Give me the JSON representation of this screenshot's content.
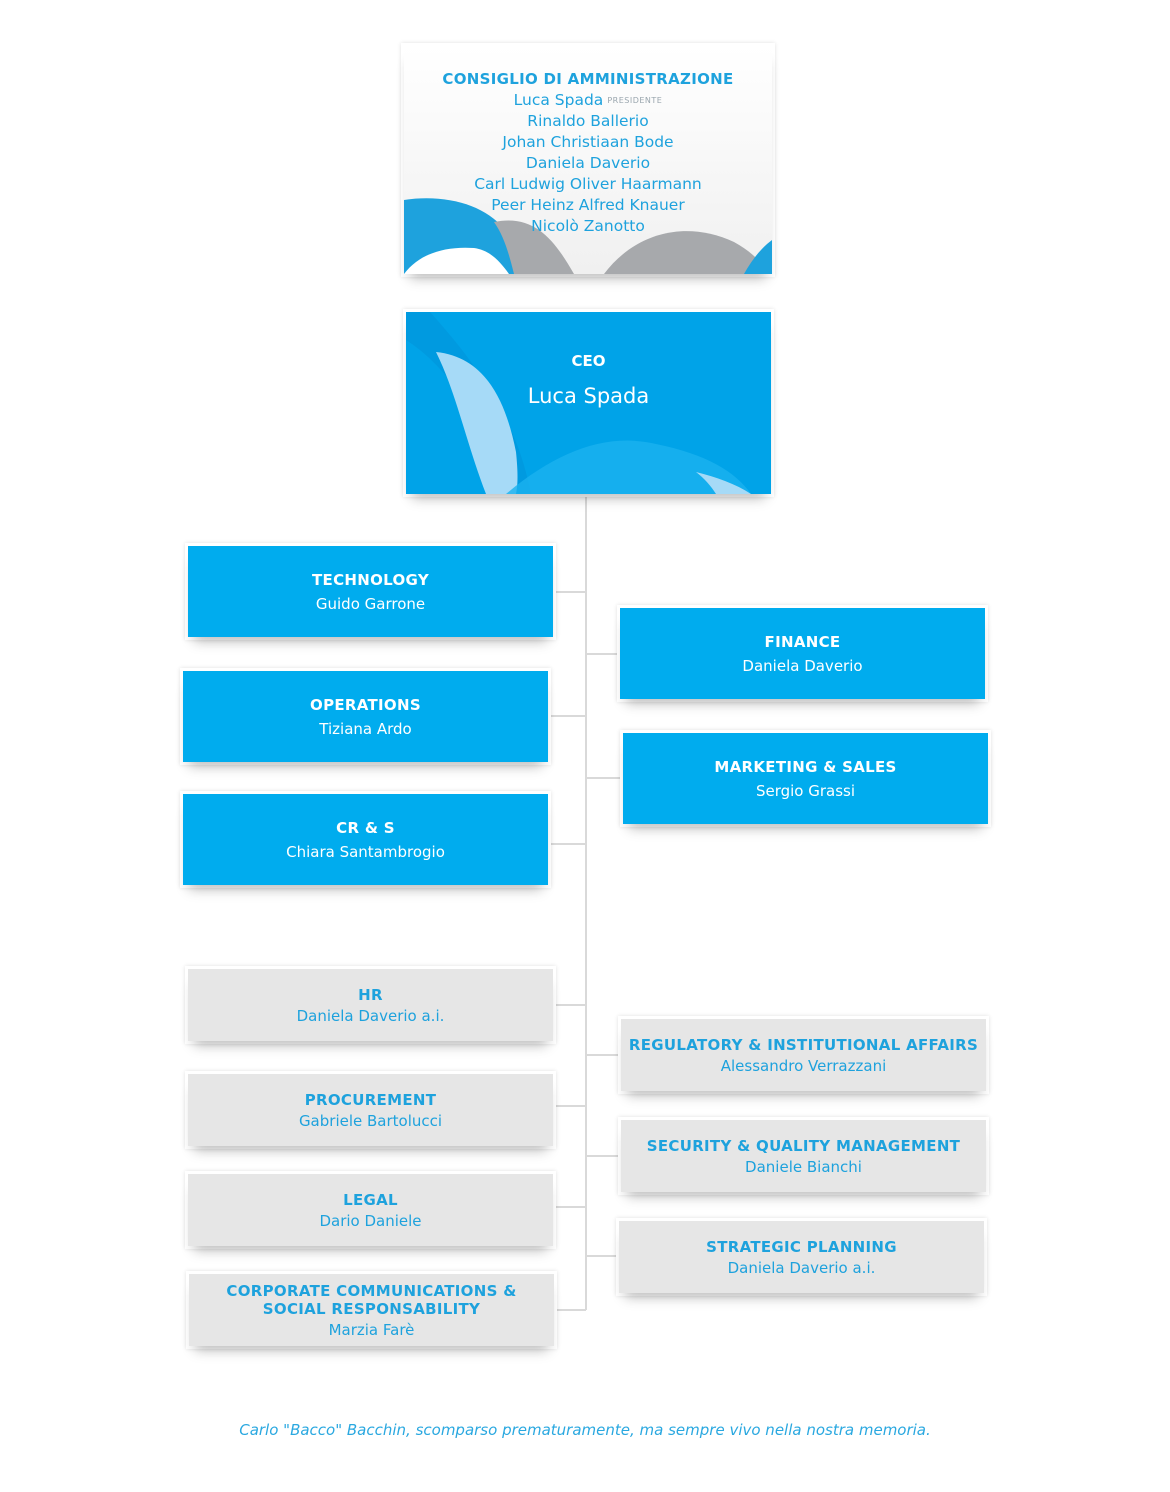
{
  "board": {
    "title": "CONSIGLIO DI  AMMINISTRAZIONE",
    "members": [
      {
        "name": "Luca Spada",
        "role": "PRESIDENTE"
      },
      {
        "name": "Rinaldo Ballerio"
      },
      {
        "name": "Johan Christiaan Bode"
      },
      {
        "name": "Daniela Daverio"
      },
      {
        "name": "Carl Ludwig Oliver Haarmann"
      },
      {
        "name": "Peer Heinz Alfred Knauer"
      },
      {
        "name": "Nicolò Zanotto"
      }
    ]
  },
  "ceo": {
    "title": "CEO",
    "name": "Luca Spada"
  },
  "departments": {
    "technology": {
      "title": "TECHNOLOGY",
      "head": "Guido Garrone"
    },
    "finance": {
      "title": "FINANCE",
      "head": "Daniela Daverio"
    },
    "operations": {
      "title": "OPERATIONS",
      "head": "Tiziana Ardo"
    },
    "marketing_sales": {
      "title": "MARKETING & SALES",
      "head": "Sergio Grassi"
    },
    "crs": {
      "title": "CR & S",
      "head": "Chiara Santambrogio"
    },
    "hr": {
      "title": "HR",
      "head": "Daniela Daverio a.i."
    },
    "regulatory": {
      "title": "REGULATORY & INSTITUTIONAL AFFAIRS",
      "head": "Alessandro Verrazzani"
    },
    "procurement": {
      "title": "PROCUREMENT",
      "head": "Gabriele Bartolucci"
    },
    "security_quality": {
      "title": "SECURITY & QUALITY MANAGEMENT",
      "head": "Daniele Bianchi"
    },
    "legal": {
      "title": "LEGAL",
      "head": "Dario Daniele"
    },
    "strategic_planning": {
      "title": "STRATEGIC PLANNING",
      "head": "Daniela Daverio a.i."
    },
    "corporate_comms": {
      "title_line1": "CORPORATE COMMUNICATIONS &",
      "title_line2": "SOCIAL RESPONSABILITY",
      "head": "Marzia Farè"
    }
  },
  "footer": {
    "text": "Carlo \"Bacco\" Bacchin, scomparso prematuramente, ma sempre vivo nella nostra memoria."
  },
  "colors": {
    "blue": "#00acee",
    "accent_text": "#1ea2dd",
    "grey_box": "#e6e6e6",
    "wave_grey": "#a7a9ac"
  }
}
